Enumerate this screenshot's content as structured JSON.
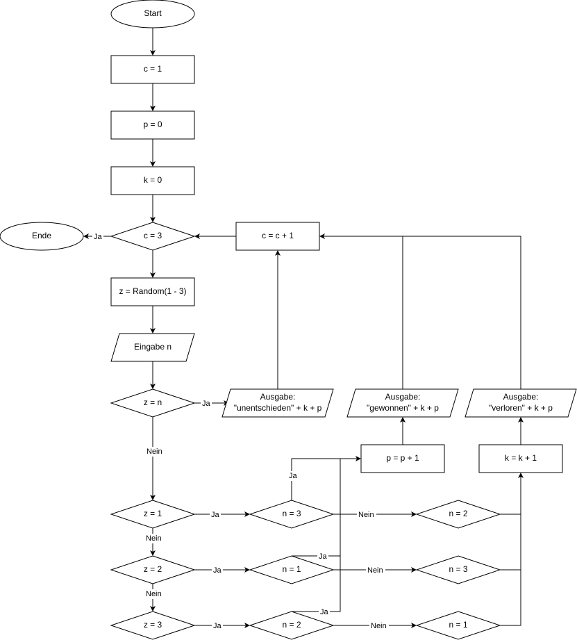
{
  "nodes": {
    "start": "Start",
    "c_init": "c = 1",
    "p_init": "p = 0",
    "k_init": "k = 0",
    "cond_c3": "c = 3",
    "end": "Ende",
    "random": "z = Random(1 - 3)",
    "input": "Eingabe n",
    "cond_zn": "z = n",
    "out_draw_1": "Ausgabe:",
    "out_draw_2": "\"unentschieden\" + k + p",
    "c_inc": "c = c + 1",
    "out_won_1": "Ausgabe:",
    "out_won_2": "\"gewonnen\" + k + p",
    "out_lost_1": "Ausgabe:",
    "out_lost_2": "\"verloren\" + k + p",
    "p_inc": "p = p + 1",
    "k_inc": "k = k + 1",
    "cond_z1": "z = 1",
    "cond_z2": "z = 2",
    "cond_z3": "z = 3",
    "cond_n3_a": "n = 3",
    "cond_n1_a": "n = 1",
    "cond_n2_a": "n = 2",
    "cond_n2_b": "n = 2",
    "cond_n3_b": "n = 3",
    "cond_n1_b": "n = 1"
  },
  "edge_labels": {
    "ja": "Ja",
    "nein": "Nein"
  }
}
